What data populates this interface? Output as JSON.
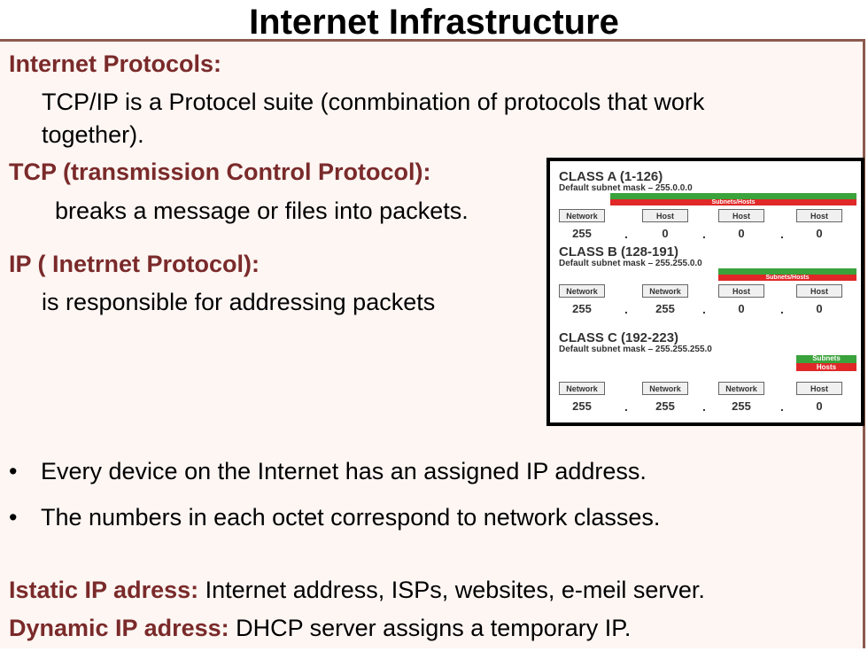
{
  "slide": {
    "title": "Internet Infrastructure",
    "protocols_heading": "Internet Protocols:",
    "protocols_text_1": "TCP/IP is a Protocel suite (conmbination of protocols that work",
    "protocols_text_2": "together).",
    "tcp_heading": "TCP (transmission Control Protocol):",
    "tcp_text": "breaks a message or files into packets.",
    "ip_heading": "IP ( Inetrnet Protocol):",
    "ip_text": "is responsible for addressing packets",
    "bullets": [
      "Every device on the Internet has an assigned IP address.",
      "The numbers in each octet correspond to network classes."
    ],
    "static_label": "Istatic IP adress:",
    "static_text": " Internet address, ISPs, websites, e-meil server.",
    "dynamic_label": "Dynamic IP adress:",
    "dynamic_text": " DHCP server assigns a temporary IP."
  },
  "diagram": {
    "classes": [
      {
        "title": "CLASS A (1-126)",
        "mask": "Default subnet mask – 255.0.0.0",
        "bar_label": "Subnets/Hosts",
        "boxes": [
          "Network",
          "Host",
          "Host",
          "Host"
        ],
        "octets": [
          "255",
          "0",
          "0",
          "0"
        ]
      },
      {
        "title": "CLASS B (128-191)",
        "mask": "Default subnet mask – 255.255.0.0",
        "bar_label": "Subnets/Hosts",
        "boxes": [
          "Network",
          "Network",
          "Host",
          "Host"
        ],
        "octets": [
          "255",
          "255",
          "0",
          "0"
        ]
      },
      {
        "title": "CLASS C (192-223)",
        "mask": "Default subnet mask – 255.255.255.0",
        "bar_label": "Subnets/Hosts",
        "bar_label_line1": "Subnets",
        "bar_label_line2": "Hosts",
        "boxes": [
          "Network",
          "Network",
          "Network",
          "Host"
        ],
        "octets": [
          "255",
          "255",
          "255",
          "0"
        ]
      }
    ],
    "colors": {
      "green": "#3ba33b",
      "red": "#e02828"
    }
  }
}
